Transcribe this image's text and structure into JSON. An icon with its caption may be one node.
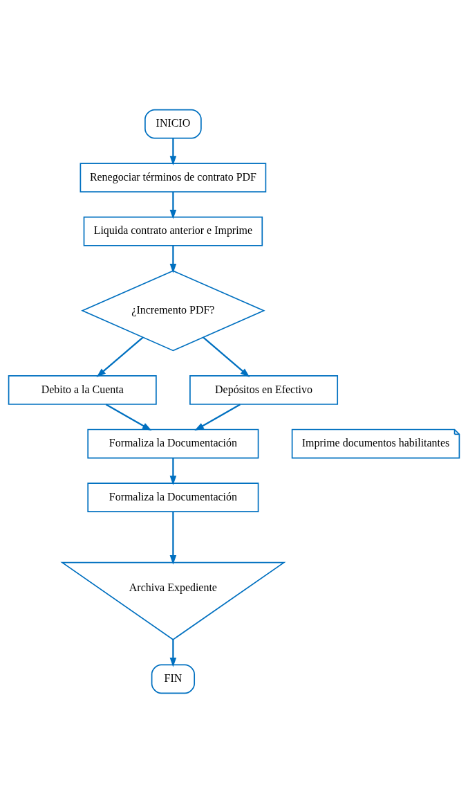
{
  "diagram": {
    "nodes": [
      {
        "text": [
          "INICIO"
        ]
      },
      {
        "text": [
          "Renegociar términos de contrato PDF"
        ]
      },
      {
        "text": [
          "Liquida contrato anterior e Imprime"
        ]
      },
      {
        "text": [
          "¿Incremento PDF?"
        ]
      },
      {
        "text": [
          "Debito a la Cuenta"
        ]
      },
      {
        "text": [
          "Depósitos en Efectivo"
        ]
      },
      {
        "text": [
          "Formaliza la Documentación"
        ]
      },
      {
        "text": [
          "Imprime documentos habilitantes"
        ]
      },
      {
        "text": [
          "Formaliza la Documentación"
        ]
      },
      {
        "text": [
          "Archiva Expediente"
        ]
      },
      {
        "text": [
          "FIN"
        ]
      }
    ],
    "edges": [
      {
        "from": 0,
        "to": 1,
        "arrow": "to"
      },
      {
        "from": 1,
        "to": 2,
        "arrow": "to"
      },
      {
        "from": 2,
        "to": 3,
        "arrow": "to"
      },
      {
        "from": 3,
        "to": 4,
        "arrow": "to"
      },
      {
        "from": 3,
        "to": 5,
        "arrow": "to"
      },
      {
        "from": 4,
        "to": 6,
        "arrow": "to"
      },
      {
        "from": 5,
        "to": 6,
        "arrow": "to"
      },
      {
        "from": 6,
        "to": 8,
        "arrow": "to"
      },
      {
        "from": 8,
        "to": 9,
        "arrow": "to"
      },
      {
        "from": 9,
        "to": 10,
        "arrow": "to"
      }
    ]
  }
}
